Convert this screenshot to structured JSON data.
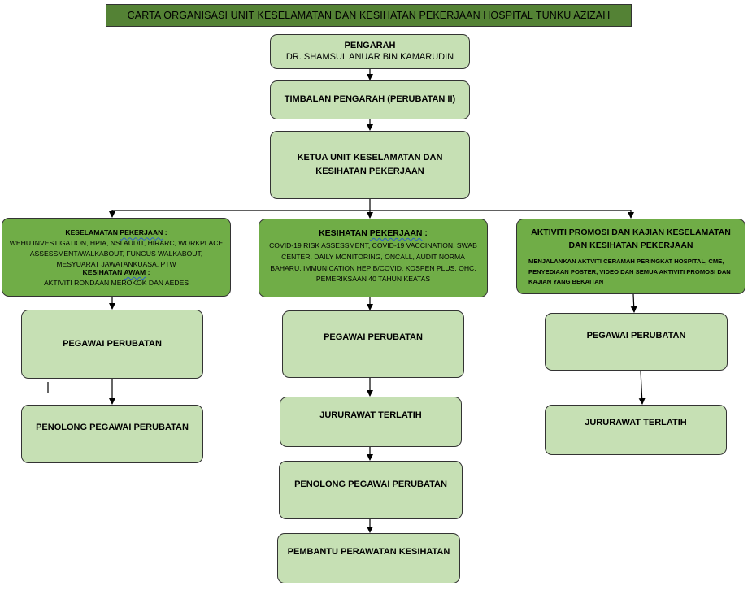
{
  "title": "CARTA ORGANISASI UNIT KESELAMATAN DAN KESIHATAN PEKERJAAN HOSPITAL TUNKU AZIZAH",
  "pengarah": {
    "role": "PENGARAH",
    "name": "DR. SHAMSUL ANUAR BIN KAMARUDIN"
  },
  "timbalan": "TIMBALAN PENGARAH (PERUBATAN II)",
  "ketua": {
    "line1": "KETUA UNIT KESELAMATAN DAN",
    "line2": "KESIHATAN PEKERJAAN"
  },
  "branches": {
    "keselamatan": {
      "heading_word1": "KESELAMATAN",
      "heading_word2": "PEKERJAAN",
      "heading_colon": " :",
      "activities": [
        "WEHU INVESTIGATION, HPIA, NSI AUDIT, HIRARC, WORKPLACE",
        "ASSESSMENT/WALKABOUT, FUNGUS WALKABOUT,",
        "MESYUARAT JAWATANKUASA, PTW"
      ],
      "sub_heading_word1": "KESIHATAN",
      "sub_heading_word2": "AWAM",
      "sub_heading_colon": " :",
      "sub_activity": "AKTIVITI RONDAAN MEROKOK DAN AEDES",
      "staff": [
        "PEGAWAI PERUBATAN",
        "PENOLONG PEGAWAI PERUBATAN"
      ]
    },
    "kesihatan": {
      "heading_word1": "KESIHATAN",
      "heading_word2": "PEKERJAAN",
      "heading_colon": " :",
      "activities": [
        "COVID-19 RISK ASSESSMENT, COVID-19 VACCINATION, SWAB",
        "CENTER, DAILY MONITORING, ONCALL, AUDIT NORMA",
        "BAHARU, IMMUNICATION HEP B/COVID, KOSPEN PLUS, OHC,",
        "PEMERIKSAAN 40 TAHUN KEATAS"
      ],
      "staff": [
        "PEGAWAI PERUBATAN",
        "JURURAWAT TERLATIH",
        "PENOLONG PEGAWAI PERUBATAN",
        "PEMBANTU PERAWATAN KESIHATAN"
      ]
    },
    "promosi": {
      "heading_line1": "AKTIVITI PROMOSI DAN KAJIAN KESELAMATAN",
      "heading_line2": "DAN KESIHATAN PEKERJAAN",
      "activities": [
        "MENJALANKAN AKTVITI CERAMAH PERINGKAT HOSPITAL, CME,",
        "PENYEDIAAN POSTER, VIDEO DAN SEMUA AKTIVITI PROMOSI DAN",
        "KAJIAN YANG BEKAITAN"
      ],
      "staff": [
        "PEGAWAI PERUBATAN",
        "JURURAWAT TERLATIH"
      ]
    }
  },
  "colors": {
    "title_fill": "#548235",
    "dark_fill": "#70ad47",
    "light_fill": "#c6e0b4",
    "line": "#000000",
    "squiggle": "#2f5fc8"
  }
}
